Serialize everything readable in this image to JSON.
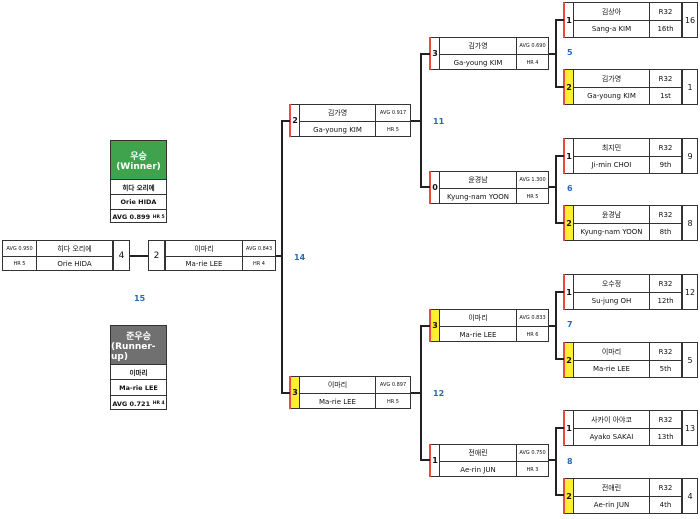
{
  "champion_card": {
    "title": "우승",
    "subtitle": "(Winner)",
    "name_kr": "히다 오리에",
    "name_en": "Orie HIDA",
    "avg": "AVG 0.899",
    "hr": "HR 5",
    "color": "#3fa34d"
  },
  "runnerup_card": {
    "title": "준우승",
    "subtitle": "(Runner-up)",
    "name_kr": "이마리",
    "name_en": "Ma-rie LEE",
    "avg": "AVG 0.721",
    "hr": "HR 4",
    "color": "#707070"
  },
  "final": {
    "match_no": "15",
    "left": {
      "name_kr": "히다 오리에",
      "name_en": "Orie HIDA",
      "avg": "AVG 0.950",
      "hr": "HR 5",
      "score": "4"
    },
    "right": {
      "name_kr": "이마리",
      "name_en": "Ma-rie LEE",
      "avg": "AVG 0.843",
      "hr": "HR 4",
      "score": "2"
    }
  },
  "semifinal": {
    "match_no": "14",
    "top": {
      "seed": "2",
      "name_kr": "김가영",
      "name_en": "Ga-young KIM",
      "avg": "AVG 0.917",
      "hr": "HR 5",
      "winner": false
    },
    "bottom": {
      "seed": "3",
      "name_kr": "이마리",
      "name_en": "Ma-rie LEE",
      "avg": "AVG 0.897",
      "hr": "HR 5",
      "winner": true
    }
  },
  "quarterfinals": [
    {
      "match_no": "11",
      "top": {
        "seed": "3",
        "name_kr": "김가영",
        "name_en": "Ga-young KIM",
        "avg": "AVG 0.690",
        "hr": "HR 4",
        "winner": false
      },
      "bottom": {
        "seed": "0",
        "name_kr": "윤경남",
        "name_en": "Kyung-nam YOON",
        "avg": "AVG 1.300",
        "hr": "HR 5",
        "winner": false
      }
    },
    {
      "match_no": "12",
      "top": {
        "seed": "3",
        "name_kr": "이마리",
        "name_en": "Ma-rie LEE",
        "avg": "AVG 0.833",
        "hr": "HR 6",
        "winner": true
      },
      "bottom": {
        "seed": "1",
        "name_kr": "전애린",
        "name_en": "Ae-rin JUN",
        "avg": "AVG 0.750",
        "hr": "HR 3",
        "winner": false
      }
    }
  ],
  "round_of_16": [
    {
      "match_no": "5",
      "top": {
        "score": "1",
        "name_kr": "김상아",
        "name_en": "Sang-a KIM",
        "round": "R32",
        "rank": "16th",
        "seed_no": "16",
        "winner": false
      },
      "bottom": {
        "score": "2",
        "name_kr": "김가영",
        "name_en": "Ga-young KIM",
        "round": "R32",
        "rank": "1st",
        "seed_no": "1",
        "winner": true
      }
    },
    {
      "match_no": "6",
      "top": {
        "score": "1",
        "name_kr": "최지민",
        "name_en": "Ji-min CHOI",
        "round": "R32",
        "rank": "9th",
        "seed_no": "9",
        "winner": false
      },
      "bottom": {
        "score": "2",
        "name_kr": "윤경남",
        "name_en": "Kyung-nam YOON",
        "round": "R32",
        "rank": "8th",
        "seed_no": "8",
        "winner": true
      }
    },
    {
      "match_no": "7",
      "top": {
        "score": "1",
        "name_kr": "오수정",
        "name_en": "Su-jung OH",
        "round": "R32",
        "rank": "12th",
        "seed_no": "12",
        "winner": false
      },
      "bottom": {
        "score": "2",
        "name_kr": "이마리",
        "name_en": "Ma-rie LEE",
        "round": "R32",
        "rank": "5th",
        "seed_no": "5",
        "winner": true
      }
    },
    {
      "match_no": "8",
      "top": {
        "score": "1",
        "name_kr": "사카이 아야코",
        "name_en": "Ayako SAKAI",
        "round": "R32",
        "rank": "13th",
        "seed_no": "13",
        "winner": false
      },
      "bottom": {
        "score": "2",
        "name_kr": "전애린",
        "name_en": "Ae-rin JUN",
        "round": "R32",
        "rank": "4th",
        "seed_no": "4",
        "winner": true
      }
    }
  ],
  "colors": {
    "winner_highlight": "#ffee33",
    "seed_marker": "#e74c3c",
    "match_number": "#2a6ab5"
  }
}
